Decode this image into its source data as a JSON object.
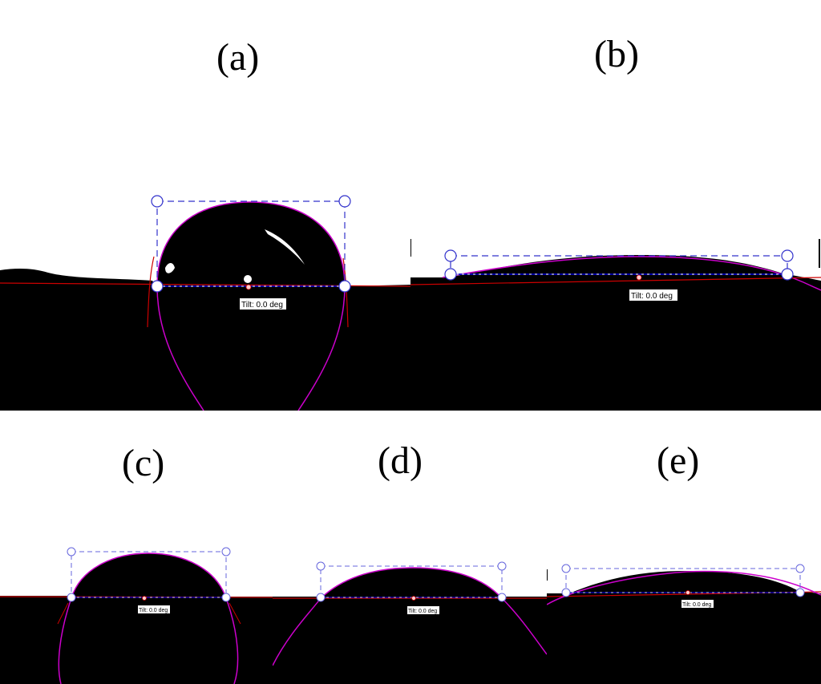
{
  "panels": [
    {
      "label": "(a)",
      "tilt": "Tilt: 0.0 deg"
    },
    {
      "label": "(b)",
      "tilt": "Tilt: 0.0 deg"
    },
    {
      "label": "(c)",
      "tilt": "Tilt: 0.0 deg"
    },
    {
      "label": "(d)",
      "tilt": "Tilt: 0.0 deg"
    },
    {
      "label": "(e)",
      "tilt": "Tilt: 0.0 deg"
    }
  ],
  "colors": {
    "drop": "#000000",
    "fit_curve": "#cc00cc",
    "baseline": "#0000cc",
    "guide_box": "#3333cc",
    "surface_line": "#cc0000"
  }
}
